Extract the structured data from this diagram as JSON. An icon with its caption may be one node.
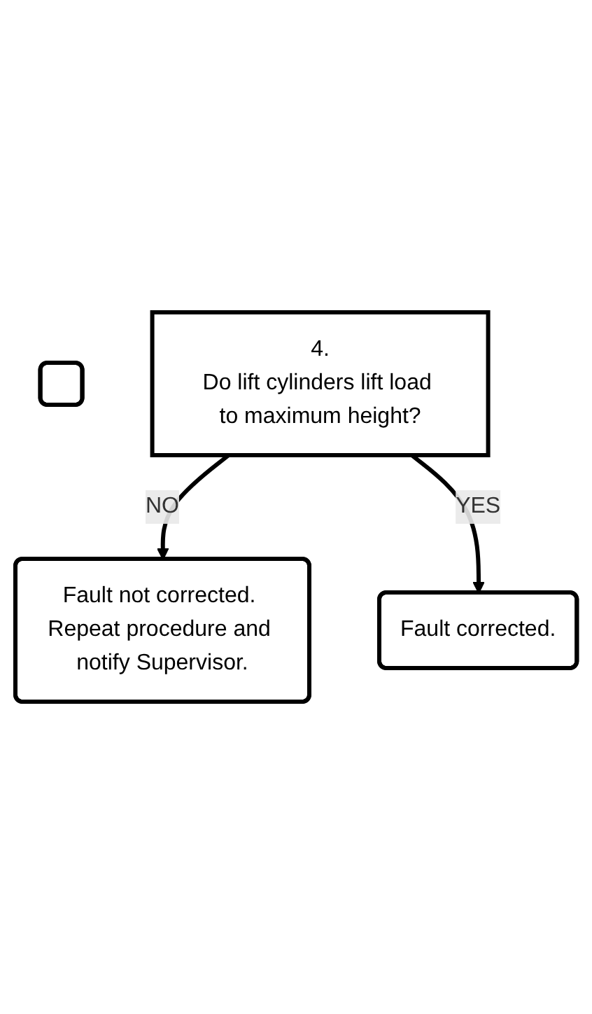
{
  "diagram": {
    "nodes": [
      {
        "text": [],
        "shape": "box"
      },
      {
        "text": [
          "4.",
          "Do lift cylinders lift load to maximum height?"
        ]
      },
      {
        "text": [
          "Fault not corrected. Repeat procedure and notify Supervisor."
        ]
      },
      {
        "text": [
          "Fault corrected."
        ]
      }
    ],
    "edges": [
      {
        "from": 1,
        "to": 2,
        "arrow": "to",
        "label": "NO"
      },
      {
        "from": 1,
        "to": 3,
        "arrow": "to",
        "label": "YES"
      }
    ]
  }
}
